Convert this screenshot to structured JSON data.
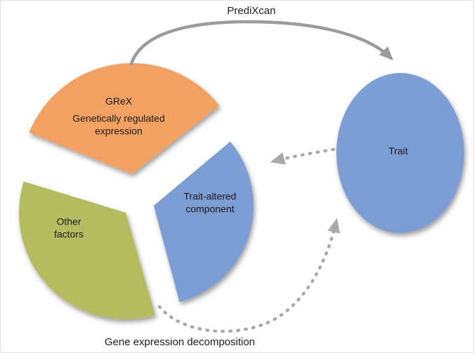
{
  "labels": {
    "predixcan": "PrediXcan",
    "grex_title": "GReX",
    "grex_subtitle": "Genetically regulated expression",
    "other_factors": "Other factors",
    "trait_altered": "Trait-altered component",
    "trait": "Trait",
    "decomposition": "Gene expression decomposition"
  },
  "colors": {
    "grex_wedge": "#F2A164",
    "other_wedge": "#B5BC60",
    "trait_wedge": "#7C9ED5",
    "trait_circle": "#7C9ED5",
    "arrow_solid": "#9B9B9B",
    "arrow_dashed": "#A9A9A9",
    "text": "#1C1C1C"
  }
}
